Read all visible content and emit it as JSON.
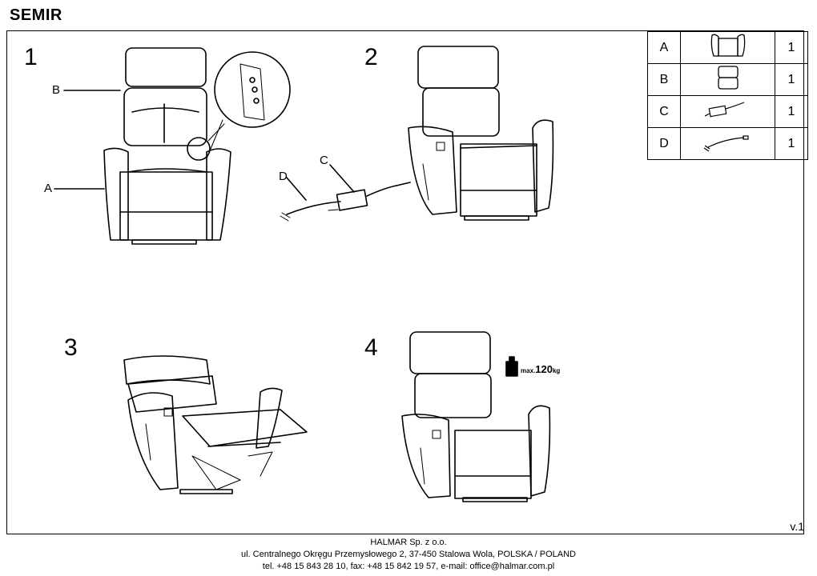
{
  "doc": {
    "title": "SEMIR",
    "version": "v.1"
  },
  "steps": {
    "s1": "1",
    "s2": "2",
    "s3": "3",
    "s4": "4"
  },
  "callouts": {
    "b": "B",
    "a": "A",
    "c": "C",
    "d": "D"
  },
  "parts_table": [
    {
      "letter": "A",
      "qty": "1",
      "icon": "armchair-base-icon"
    },
    {
      "letter": "B",
      "qty": "1",
      "icon": "backrest-icon"
    },
    {
      "letter": "C",
      "qty": "1",
      "icon": "power-adapter-icon"
    },
    {
      "letter": "D",
      "qty": "1",
      "icon": "power-cord-icon"
    }
  ],
  "weight": {
    "prefix": "max.",
    "value": "120",
    "unit": "kg"
  },
  "footer": {
    "line1": "HALMAR Sp. z o.o.",
    "line2": "ul. Centralnego Okręgu Przemysłowego 2, 37-450 Stalowa Wola, POLSKA / POLAND",
    "line3": "tel. +48 15 843 28 10, fax: +48 15 842 19 57, e-mail: office@halmar.com.pl"
  }
}
